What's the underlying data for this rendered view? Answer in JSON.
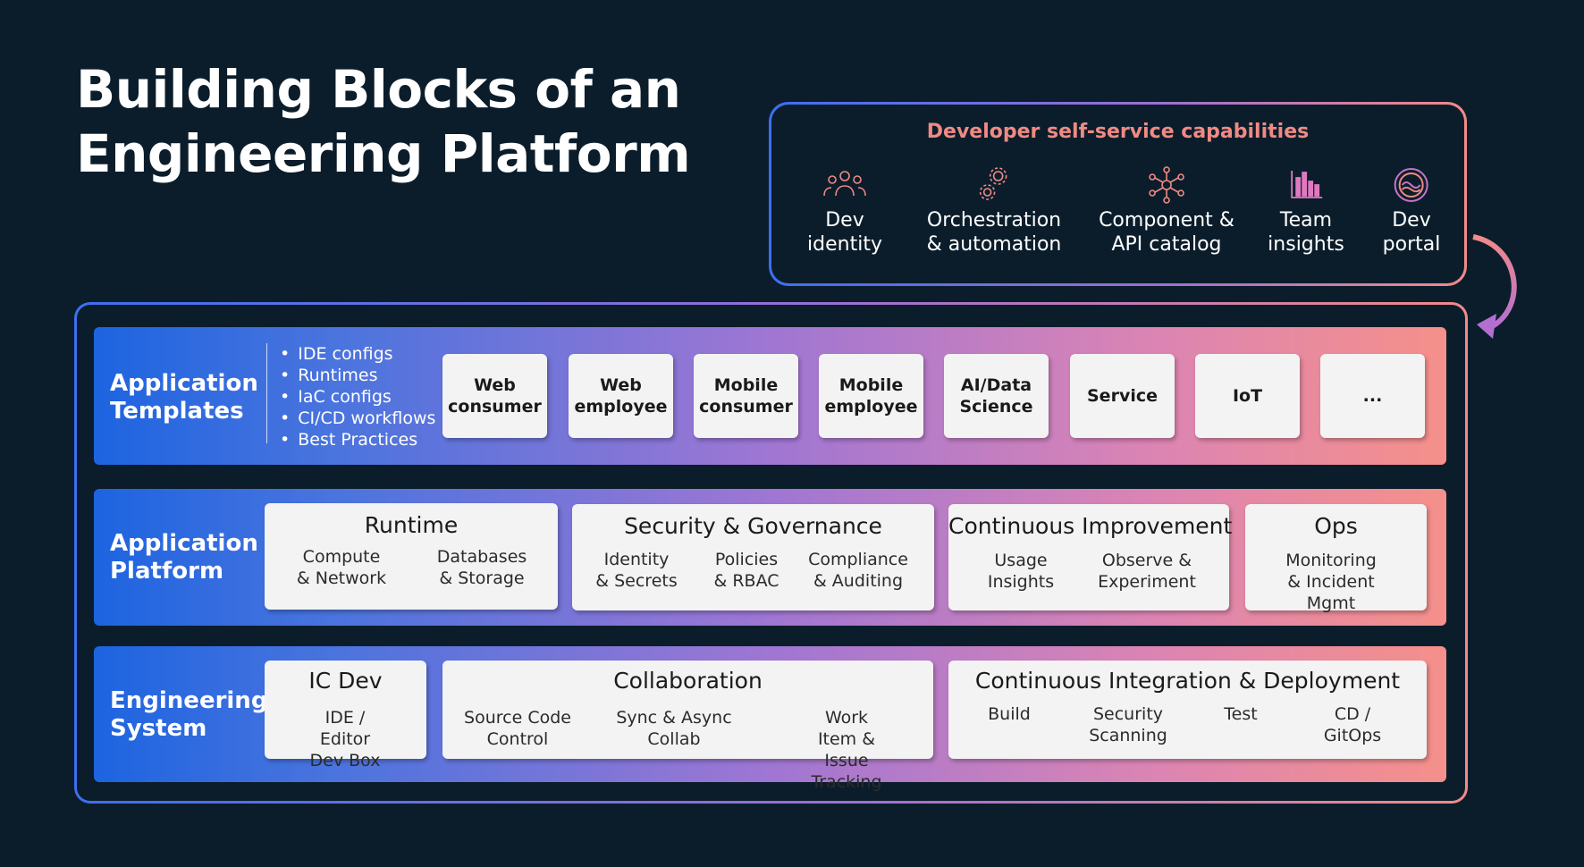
{
  "title": {
    "line1": "Building Blocks of an",
    "line2": "Engineering Platform"
  },
  "self_service": {
    "title": "Developer self-service capabilities",
    "capabilities": [
      {
        "label": "Dev\nidentity",
        "icon": "people-icon"
      },
      {
        "label": "Orchestration\n& automation",
        "icon": "gears-icon"
      },
      {
        "label": "Component &\nAPI catalog",
        "icon": "network-icon"
      },
      {
        "label": "Team\ninsights",
        "icon": "bar-chart-icon"
      },
      {
        "label": "Dev\nportal",
        "icon": "portal-icon"
      }
    ]
  },
  "templates": {
    "label": "Application\nTemplates",
    "bullets": [
      "IDE configs",
      "Runtimes",
      "IaC configs",
      "CI/CD workflows",
      "Best Practices"
    ],
    "tiles": [
      "Web\nconsumer",
      "Web\nemployee",
      "Mobile\nconsumer",
      "Mobile\nemployee",
      "AI/Data\nScience",
      "Service",
      "IoT",
      "..."
    ]
  },
  "platform": {
    "label": "Application\nPlatform",
    "runtime": {
      "title": "Runtime",
      "items": [
        "Compute\n& Network",
        "Databases\n& Storage"
      ]
    },
    "security": {
      "title": "Security & Governance",
      "items": [
        "Identity\n& Secrets",
        "Policies\n& RBAC",
        "Compliance\n& Auditing"
      ]
    },
    "improvement": {
      "title": "Continuous Improvement",
      "items": [
        "Usage\nInsights",
        "Observe &\nExperiment"
      ]
    },
    "ops": {
      "title": "Ops",
      "items": [
        "Monitoring\n& Incident Mgmt"
      ]
    }
  },
  "engineering": {
    "label": "Engineering\nSystem",
    "icdev": {
      "title": "IC Dev",
      "items": [
        "IDE / Editor\nDev Box"
      ]
    },
    "collab": {
      "title": "Collaboration",
      "items": [
        "Source Code\nControl",
        "Sync & Async\nCollab",
        "Work Item &\nIssue Tracking"
      ]
    },
    "cicd": {
      "title": "Continuous Integration & Deployment",
      "items": [
        "Build",
        "Security\nScanning",
        "Test",
        "CD /\nGitOps"
      ]
    }
  },
  "colors": {
    "background": "#0b1d2b",
    "accent_title": "#f08a84",
    "gradient_start": "#1d64e0",
    "gradient_mid": "#9f76d3",
    "gradient_end": "#f5908a",
    "tile": "#f3f3f4"
  }
}
